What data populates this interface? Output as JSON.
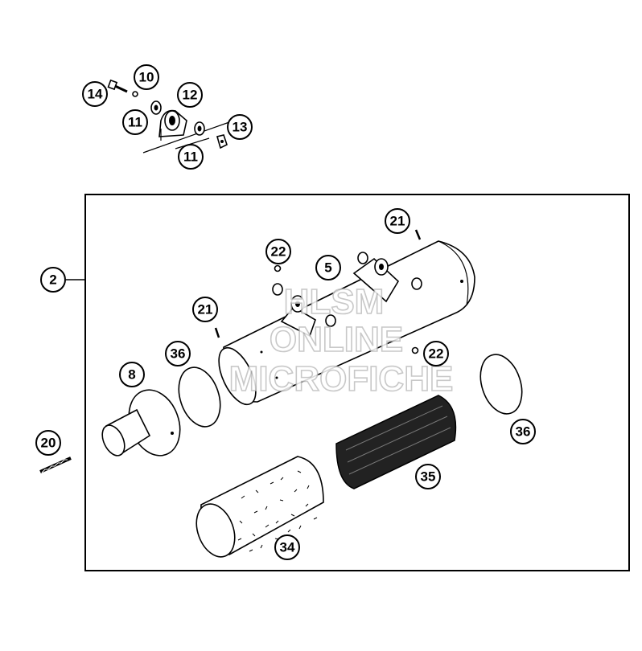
{
  "callouts": {
    "c14": "14",
    "c10": "10",
    "c12": "12",
    "c11a": "11",
    "c13": "13",
    "c11b": "11",
    "c2": "2",
    "c21a": "21",
    "c22a": "22",
    "c5": "5",
    "c21b": "21",
    "c36a": "36",
    "c22b": "22",
    "c8": "8",
    "c36b": "36",
    "c20": "20",
    "c35": "35",
    "c34": "34"
  },
  "watermark": {
    "line1": "HLSM",
    "line2": "ONLINE",
    "line3": "MICROFICHE"
  },
  "colors": {
    "ink": "#000000",
    "paper": "#ffffff",
    "watermark": "#bfbfbf"
  }
}
